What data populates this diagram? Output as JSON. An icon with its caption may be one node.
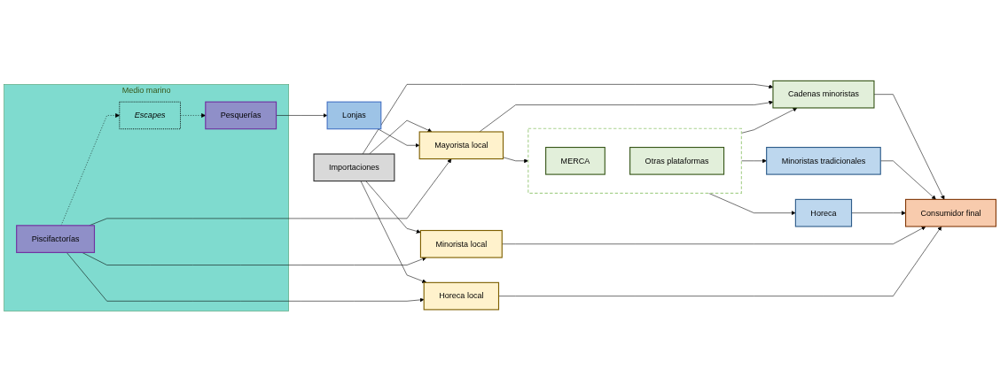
{
  "diagram": {
    "nodes": [
      {
        "text": [
          "Importaciones"
        ]
      },
      {
        "text": [
          "Cadenas minoristas"
        ]
      },
      {
        "text": [
          "Lonjas"
        ]
      },
      {
        "text": [
          "Mayorista local"
        ]
      },
      {
        "text": [],
        "shape": "box"
      },
      {
        "text": [
          "MERCA"
        ],
        "in": 4
      },
      {
        "text": [
          "Otras plataformas"
        ],
        "in": 4
      },
      {
        "text": [
          "Minoristas tradicionales"
        ]
      },
      {
        "text": [
          "Horeca"
        ]
      },
      {
        "text": [
          "Consumidor final"
        ]
      },
      {
        "text": [
          "Medio marino"
        ]
      },
      {
        "text": [
          "Pesquerías"
        ],
        "in": 10
      },
      {
        "text": [
          "Escapes"
        ],
        "in": 10
      },
      {
        "text": [
          "Piscifactorías"
        ],
        "in": 10
      },
      {
        "text": [
          "Minorista local"
        ]
      },
      {
        "text": [
          "Horeca local"
        ]
      }
    ],
    "edges": [
      {
        "from": 0,
        "to": 1,
        "arrow": "to"
      },
      {
        "from": 0,
        "to": 3,
        "arrow": "to"
      },
      {
        "from": 0,
        "to": 14,
        "arrow": "to"
      },
      {
        "from": 0,
        "to": 15,
        "arrow": "to"
      },
      {
        "from": 2,
        "to": 3,
        "arrow": "to"
      },
      {
        "from": 13,
        "to": 3,
        "arrow": "to"
      },
      {
        "from": 13,
        "to": 14,
        "arrow": "to"
      },
      {
        "from": 13,
        "to": 15,
        "arrow": "to"
      },
      {
        "from": 3,
        "to": 1,
        "arrow": "to"
      },
      {
        "from": 3,
        "to": 4,
        "arrow": "to"
      },
      {
        "from": 4,
        "to": 1,
        "arrow": "to"
      },
      {
        "from": 4,
        "to": 7,
        "arrow": "to"
      },
      {
        "from": 4,
        "to": 8,
        "arrow": "to"
      },
      {
        "from": 1,
        "to": 9,
        "arrow": "to"
      },
      {
        "from": 7,
        "to": 9,
        "arrow": "to"
      },
      {
        "from": 8,
        "to": 9,
        "arrow": "to"
      },
      {
        "from": 14,
        "to": 9,
        "arrow": "to"
      },
      {
        "from": 15,
        "to": 9,
        "arrow": "to"
      },
      {
        "from": 11,
        "to": 2,
        "arrow": "to"
      },
      {
        "from": 13,
        "to": 12,
        "arrow": "to",
        "style": "dashed"
      },
      {
        "from": 12,
        "to": 11,
        "arrow": "to",
        "style": "dashed"
      }
    ]
  }
}
